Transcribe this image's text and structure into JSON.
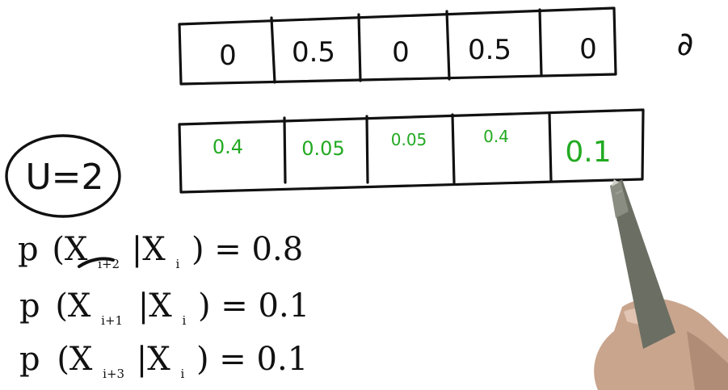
{
  "top_row": {
    "cells": [
      "0",
      "0.5",
      "0",
      "0.5",
      "0"
    ],
    "side_glyph": "∂"
  },
  "bottom_row": {
    "cells": [
      "0.4",
      "0.05",
      "0.05",
      "0.4",
      "0.1"
    ]
  },
  "u_label": "U=2",
  "equations": [
    {
      "p": "p",
      "open": "(X",
      "sub": "i+2",
      "bar": "|X",
      "sub2": "i",
      "rhs": ") = 0.8"
    },
    {
      "p": "p",
      "open": "(X",
      "sub": "i+1",
      "bar": "|X",
      "sub2": "i",
      "rhs": ") = 0.1"
    },
    {
      "p": "p",
      "open": "(X",
      "sub": "i+3",
      "bar": "|X",
      "sub2": "i",
      "rhs": ") = 0.1"
    }
  ],
  "colors": {
    "ink": "#111111",
    "green": "#22aa22",
    "pen_body": "#6b6f63"
  },
  "icons": [
    "pen-icon",
    "hand-icon"
  ]
}
